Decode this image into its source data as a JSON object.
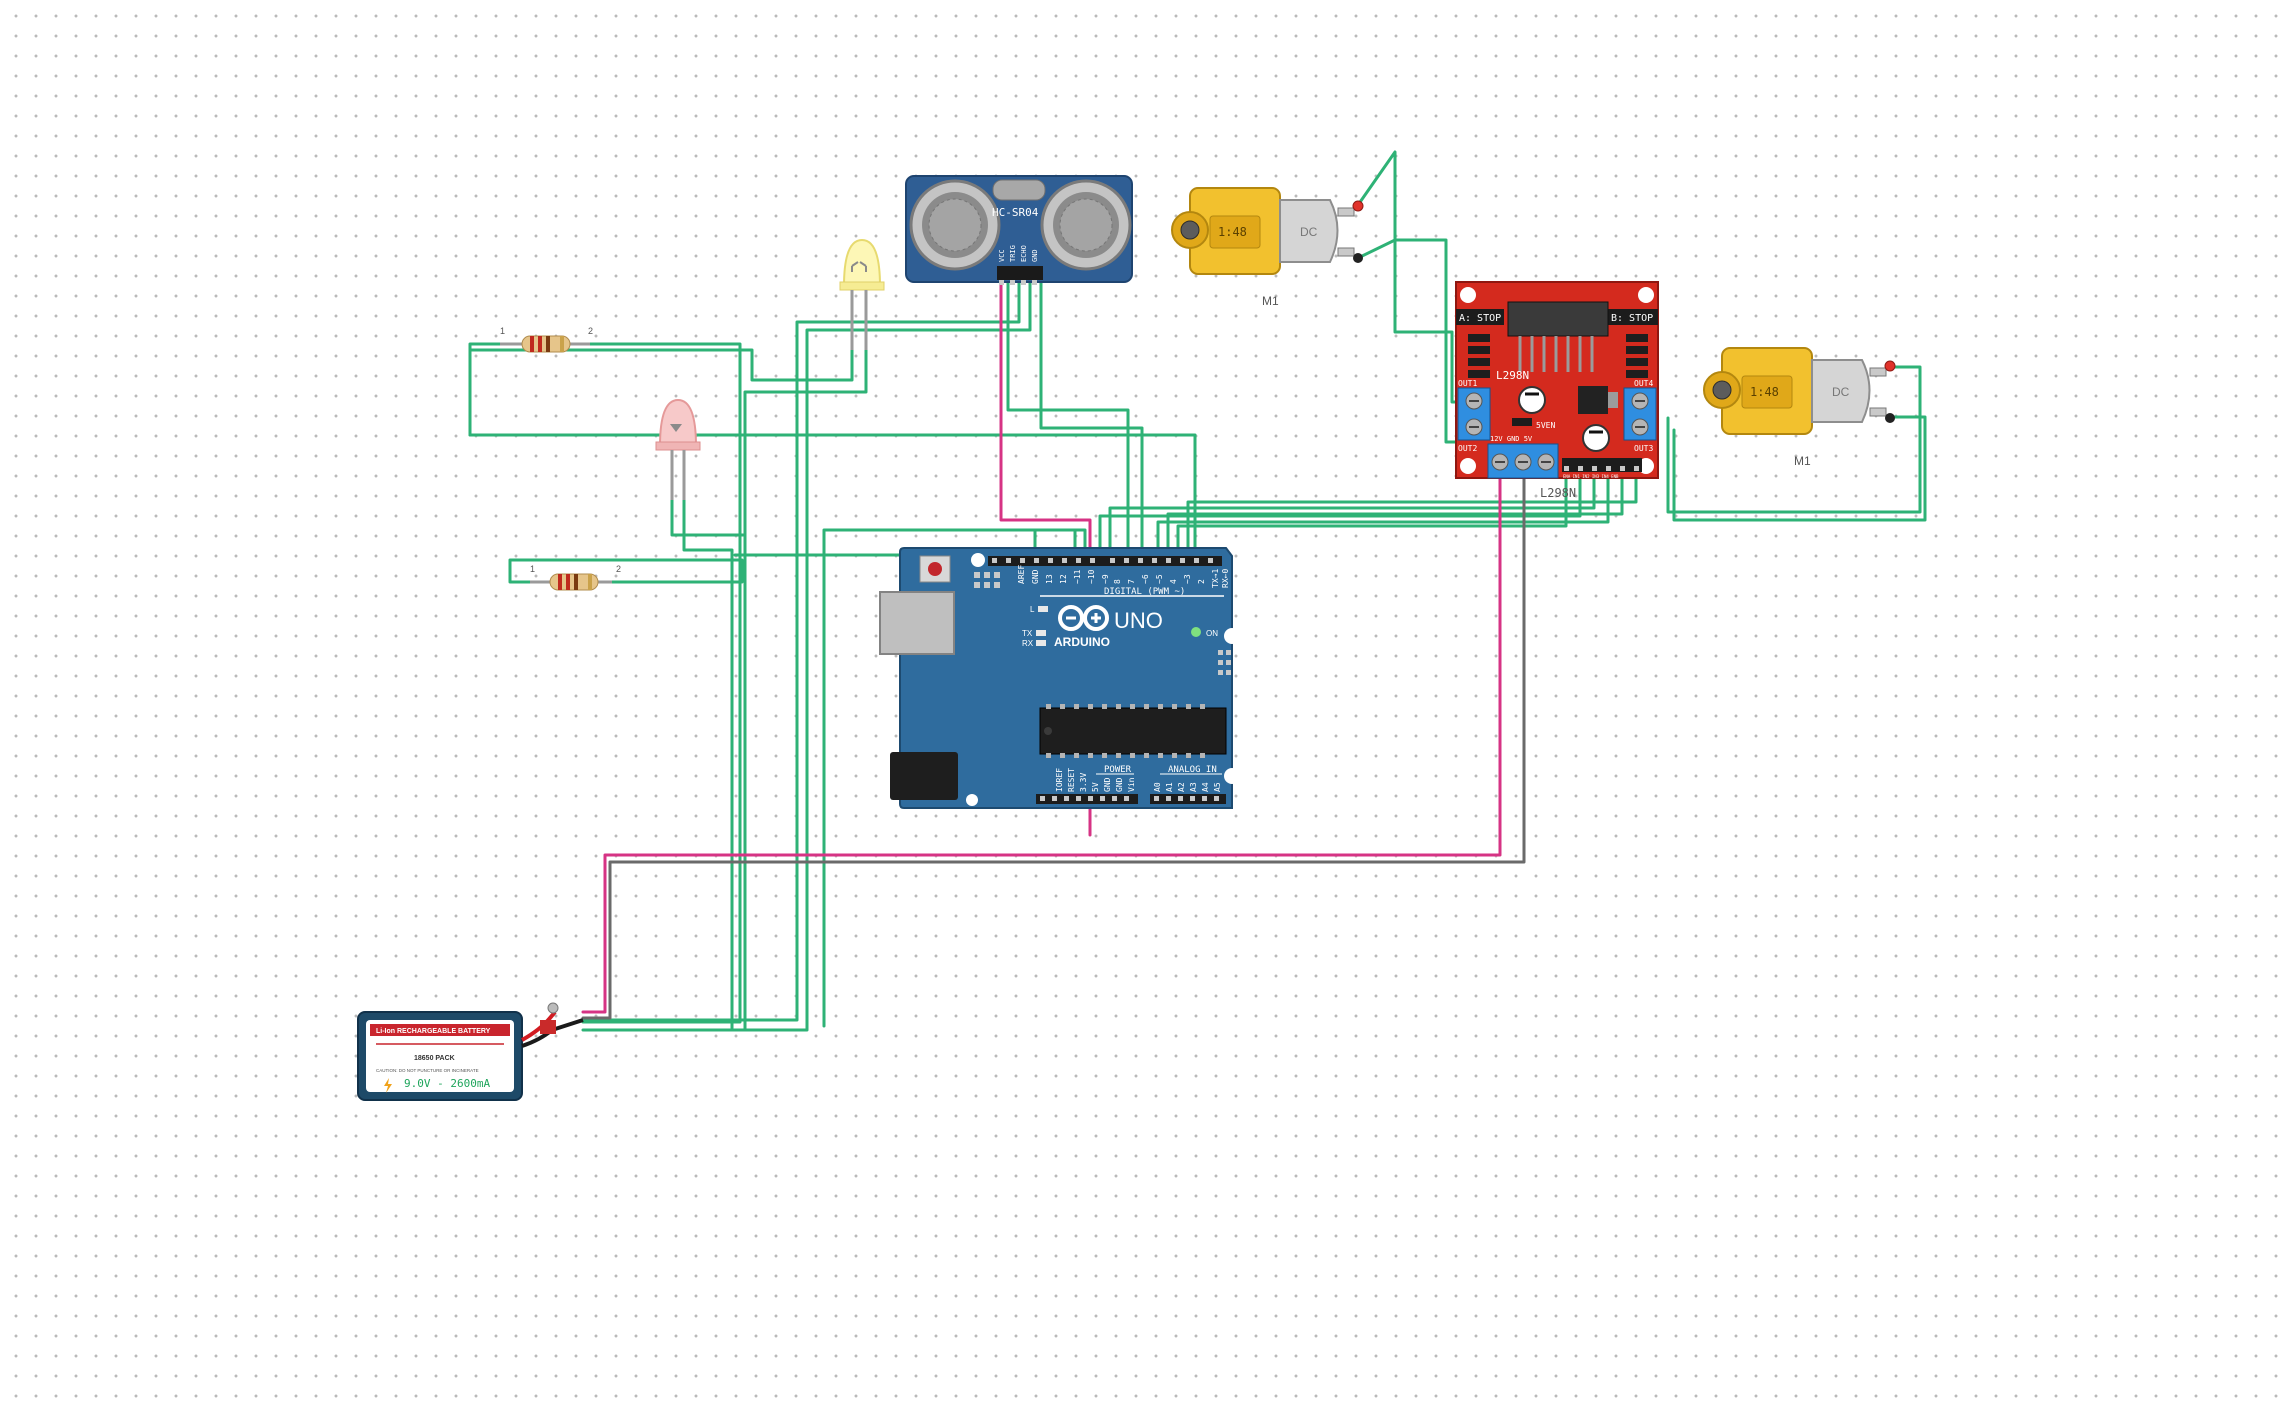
{
  "sonar": {
    "label": "HC-SR04",
    "pins": [
      "VCC",
      "TRIG",
      "ECHO",
      "GND"
    ]
  },
  "motors": [
    {
      "ratio": "1:48",
      "body": "DC",
      "designator": "M1"
    },
    {
      "ratio": "1:48",
      "body": "DC",
      "designator": "M1"
    }
  ],
  "driver": {
    "chip": "L298N",
    "caption": "L298N",
    "status_a": "A: STOP",
    "status_b": "B: STOP",
    "out1": "OUT1",
    "out2": "OUT2",
    "out3": "OUT3",
    "out4": "OUT4",
    "power_pins": "12V GND 5V",
    "enable": "5VEN",
    "logic_pins": "ENA IN1 IN2 IN3 IN4 ENB"
  },
  "resistors": [
    {
      "pin1": "1",
      "pin2": "2"
    },
    {
      "pin1": "1",
      "pin2": "2"
    }
  ],
  "arduino": {
    "brand": "ARDUINO",
    "model": "UNO",
    "digital_header": "DIGITAL (PWM ~)",
    "digital_pins": [
      "AREF",
      "GND",
      "13",
      "12",
      "~11",
      "~10",
      "~9",
      "8",
      "7",
      "~6",
      "~5",
      "4",
      "~3",
      "2",
      "TX→1",
      "RX←0"
    ],
    "power_header": "POWER",
    "power_pins": [
      "IOREF",
      "RESET",
      "3.3V",
      "5V",
      "GND",
      "GND",
      "Vin"
    ],
    "analog_header": "ANALOG IN",
    "analog_pins": [
      "A0",
      "A1",
      "A2",
      "A3",
      "A4",
      "A5"
    ],
    "led_l": "L",
    "led_tx": "TX",
    "led_rx": "RX",
    "led_on": "ON"
  },
  "battery": {
    "title": "Li-Ion RECHARGEABLE BATTERY",
    "pack": "18650 PACK",
    "caution": "CAUTION: DO NOT PUNCTURE OR INCINERATE",
    "rating": "9.0V - 2600mA"
  },
  "colors": {
    "wire_green": "#2eb276",
    "wire_pink": "#d63384",
    "wire_gray": "#6a6a6a",
    "board_blue": "#2f6c9e",
    "driver_red": "#d42a1e",
    "motor_yellow": "#f2c12e"
  }
}
